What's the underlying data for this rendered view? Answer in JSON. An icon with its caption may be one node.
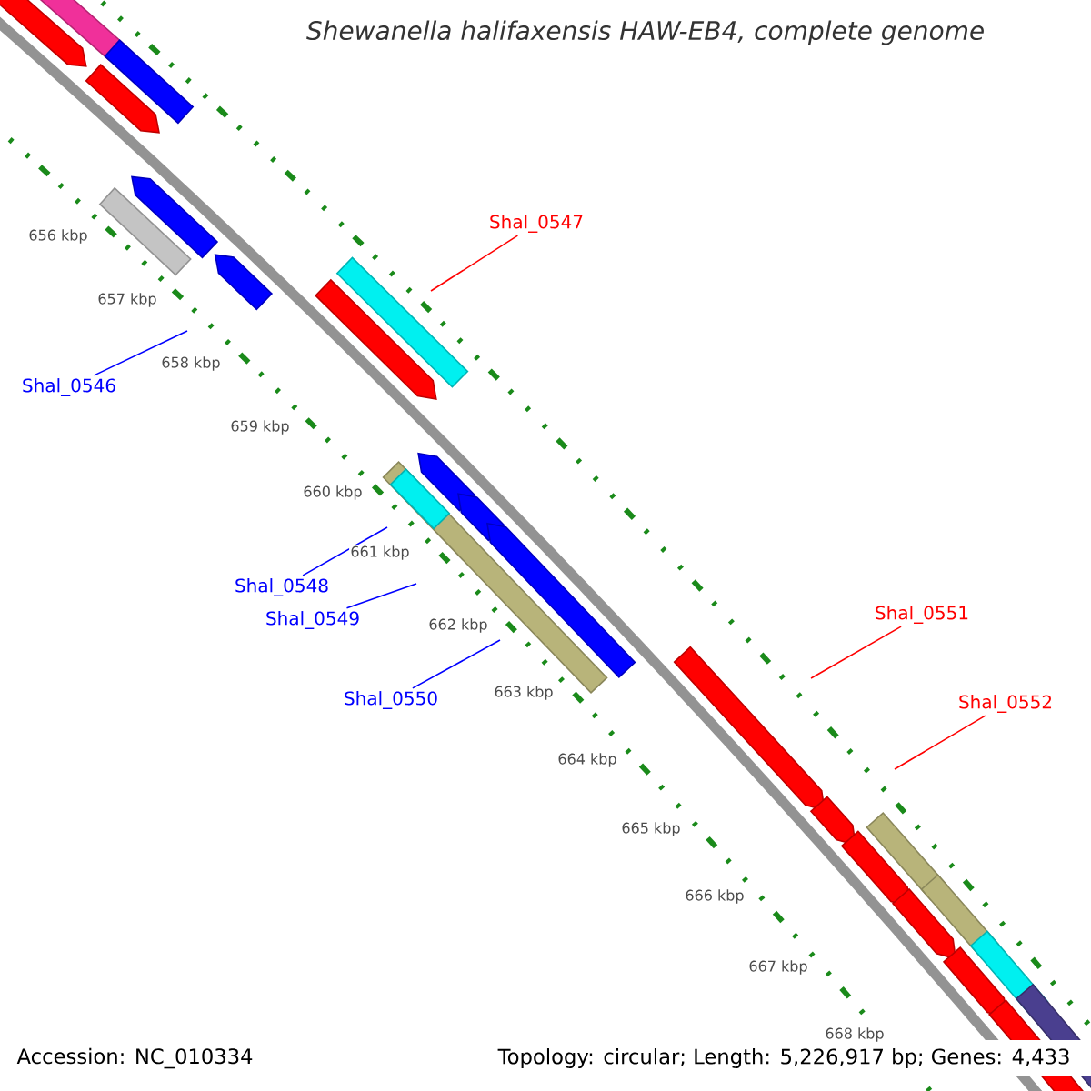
{
  "diagram": {
    "title": "Shewanella halifaxensis HAW-EB4, complete genome",
    "nodes": [
      {
        "text": [
          "Shal_0546"
        ]
      },
      {
        "text": [
          "Shal_0547"
        ]
      },
      {
        "text": [
          "Shal_0548"
        ]
      },
      {
        "text": [
          "Shal_0549"
        ]
      },
      {
        "text": [
          "Shal_0550"
        ]
      },
      {
        "text": [
          "Shal_0551"
        ]
      },
      {
        "text": [
          "Shal_0552"
        ]
      }
    ],
    "edges": [
      {
        "from": 0,
        "to": null,
        "arrow": "none"
      },
      {
        "from": 1,
        "to": null,
        "arrow": "none",
        "color": "#ff0000"
      },
      {
        "from": 2,
        "to": null,
        "arrow": "none"
      },
      {
        "from": 3,
        "to": null,
        "arrow": "none"
      },
      {
        "from": 4,
        "to": null,
        "arrow": "none"
      },
      {
        "from": 5,
        "to": null,
        "arrow": "none",
        "color": "#ff0000"
      },
      {
        "from": 6,
        "to": null,
        "arrow": "none",
        "color": "#ff0000"
      }
    ],
    "labels": [
      "656 kbp",
      "657 kbp",
      "658 kbp",
      "659 kbp",
      "660 kbp",
      "661 kbp",
      "662 kbp",
      "663 kbp",
      "664 kbp",
      "665 kbp",
      "666 kbp",
      "667 kbp",
      "668 kbp",
      "Accession: NC_010334",
      "Topology: circular; Length: 5,226,917 bp; Genes: 4,433"
    ]
  }
}
